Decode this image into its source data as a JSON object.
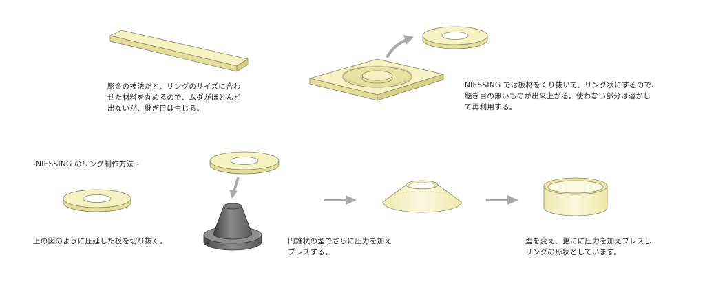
{
  "section_title": "-NIESSING のリング制作方法 -",
  "sheet_metal_caption": [
    "彫金の技法だと、リングのサイズに合わ",
    "せた材料を丸めるので、ムダがほとんど",
    "出ないが、継ぎ目は生じる。"
  ],
  "niessing_caption": [
    "NIESSING  では板材をくり抜いて、リング状にするので、",
    "継ぎ目の無いものが出来上がる。使わない部分は溶かし",
    "て再利用する。"
  ],
  "step1_caption": [
    "上の図のように圧延した板を切り抜く。"
  ],
  "step2_caption": [
    "円錐状の型でさらに圧力を加え",
    "プレスする。"
  ],
  "step3_caption": [
    "型を変え、更にに圧力を加えプレスし",
    "リングの形状としています。"
  ],
  "colors": {
    "cream_top": "#f6f2c4",
    "cream_side": "#e4de9a",
    "outline": "#8a8560",
    "arrow_gray": "#a8a8a8",
    "mold_dark": "#4a4a4a",
    "mold_light": "#9a9a9a"
  }
}
